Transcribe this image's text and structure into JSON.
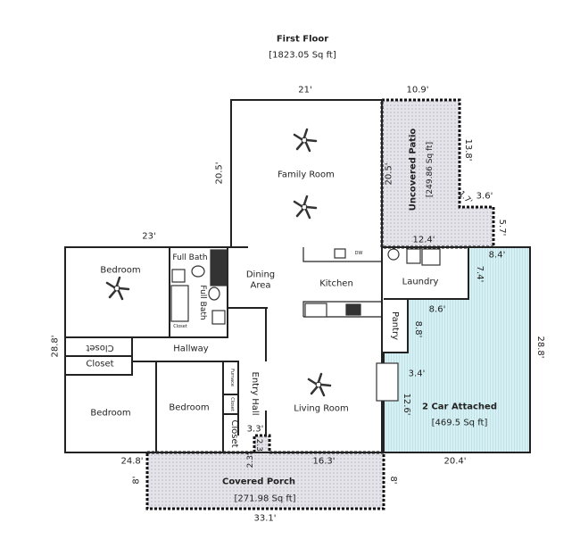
{
  "header": {
    "title": "First Floor",
    "area": "[1823.05 Sq ft]"
  },
  "rooms": {
    "family_room": "Family Room",
    "dining": "Dining\nArea",
    "kitchen": "Kitchen",
    "laundry": "Laundry",
    "pantry": "Pantry",
    "bedroom1": "Bedroom",
    "bedroom2": "Bedroom",
    "bedroom3": "Bedroom",
    "full_bath1": "Full Bath",
    "full_bath2": "Full Bath",
    "bath_closet": "Closet",
    "closet1": "Closet",
    "closet2": "Closet",
    "hallway": "Hallway",
    "furnace": "Furnace",
    "closet_small": "Closet",
    "closet3": "Closet",
    "entry_hall": "Entry Hall",
    "living_room": "Living Room",
    "dw": "DW"
  },
  "areas": {
    "patio": {
      "name": "Uncovered Patio",
      "area": "[249.86 Sq ft]",
      "color": "#d9d9e3"
    },
    "garage": {
      "name": "2 Car Attached",
      "area": "[469.5 Sq ft]",
      "color": "#d4eef2"
    },
    "porch": {
      "name": "Covered Porch",
      "area": "[271.98 Sq ft]",
      "color": "#d9d9e3"
    }
  },
  "dims": {
    "d21": "21'",
    "d10_9": "10.9'",
    "d20_5a": "20.5'",
    "d20_5b": "20.5'",
    "d13_8": "13.8'",
    "d1_7": "1.7'",
    "d3_6": "3.6'",
    "d5_7": "5.7'",
    "d23": "23'",
    "d12_4": "12.4'",
    "d8_4": "8.4'",
    "d7_4": "7.4'",
    "d8_6": "8.6'",
    "d8_8": "8.8'",
    "d3_4": "3.4'",
    "d12_6": "12.6'",
    "d28_8l": "28.8'",
    "d28_8r": "28.8'",
    "d3_3": "3.3'",
    "d2_3a": "2.3'",
    "d2_3b": "2.3'",
    "d24_8": "24.8'",
    "d16_3": "16.3'",
    "d20_4": "20.4'",
    "d8a": "8'",
    "d8b": "8'",
    "d33_1": "33.1'"
  },
  "icons": [
    "ceiling-fan-icon",
    "sink-icon",
    "toilet-icon",
    "bathtub-icon",
    "stove-icon",
    "washer-icon",
    "dryer-icon",
    "water-heater-icon",
    "fireplace-icon"
  ]
}
